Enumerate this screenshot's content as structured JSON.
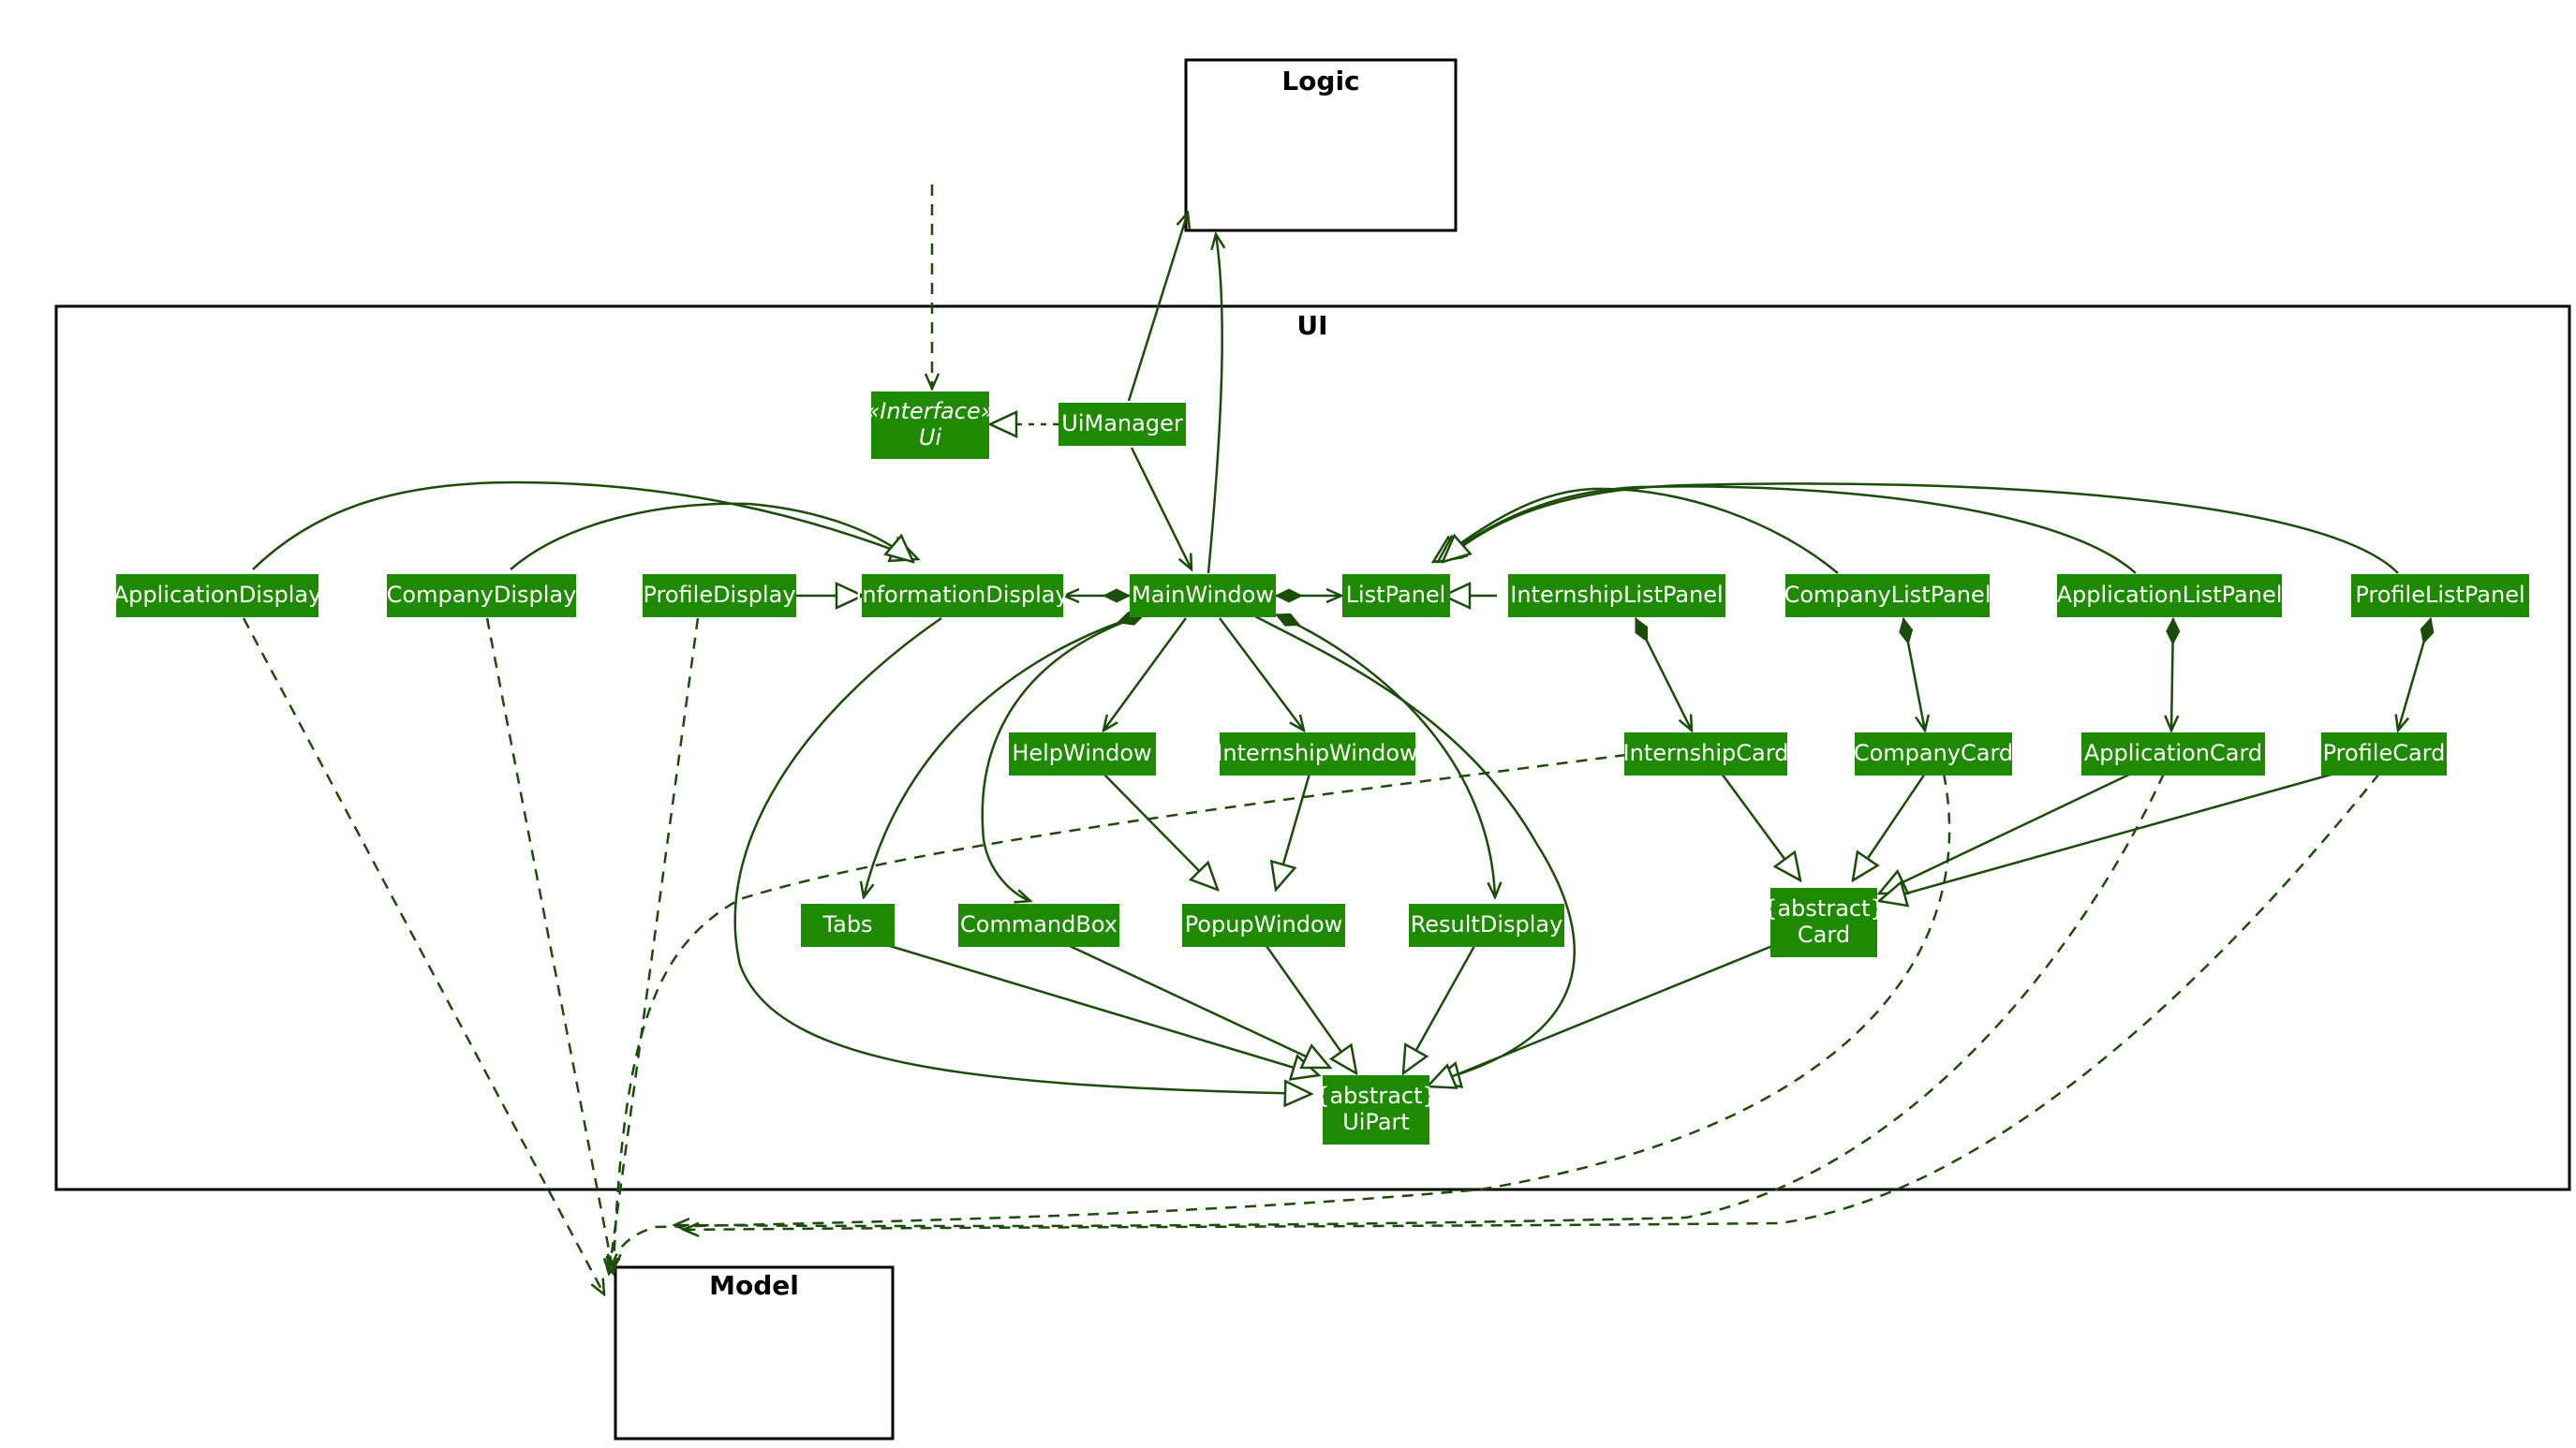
{
  "packages": [
    {
      "id": "logic",
      "label": "Logic"
    },
    {
      "id": "ui",
      "label": "UI"
    },
    {
      "id": "model",
      "label": "Model"
    }
  ],
  "classes": [
    {
      "id": "ui_iface",
      "lines": [
        "«Interface»",
        "Ui"
      ],
      "italic": true
    },
    {
      "id": "uimanager",
      "lines": [
        "UiManager"
      ]
    },
    {
      "id": "applicationdisplay",
      "lines": [
        "ApplicationDisplay"
      ]
    },
    {
      "id": "companydisplay",
      "lines": [
        "CompanyDisplay"
      ]
    },
    {
      "id": "profiledisplay",
      "lines": [
        "ProfileDisplay"
      ]
    },
    {
      "id": "informationdisplay",
      "lines": [
        "InformationDisplay"
      ]
    },
    {
      "id": "mainwindow",
      "lines": [
        "MainWindow"
      ]
    },
    {
      "id": "listpanel",
      "lines": [
        "ListPanel"
      ]
    },
    {
      "id": "internshiplistpanel",
      "lines": [
        "InternshipListPanel"
      ]
    },
    {
      "id": "companylistpanel",
      "lines": [
        "CompanyListPanel"
      ]
    },
    {
      "id": "applicationlistpanel",
      "lines": [
        "ApplicationListPanel"
      ]
    },
    {
      "id": "profilelistpanel",
      "lines": [
        "ProfileListPanel"
      ]
    },
    {
      "id": "helpwindow",
      "lines": [
        "HelpWindow"
      ]
    },
    {
      "id": "internshipwindow",
      "lines": [
        "InternshipWindow"
      ]
    },
    {
      "id": "internshipcard",
      "lines": [
        "InternshipCard"
      ]
    },
    {
      "id": "companycard",
      "lines": [
        "CompanyCard"
      ]
    },
    {
      "id": "applicationcard",
      "lines": [
        "ApplicationCard"
      ]
    },
    {
      "id": "profilecard",
      "lines": [
        "ProfileCard"
      ]
    },
    {
      "id": "tabs",
      "lines": [
        "Tabs"
      ]
    },
    {
      "id": "commandbox",
      "lines": [
        "CommandBox"
      ]
    },
    {
      "id": "popupwindow",
      "lines": [
        "PopupWindow"
      ]
    },
    {
      "id": "resultdisplay",
      "lines": [
        "ResultDisplay"
      ]
    },
    {
      "id": "card",
      "lines": [
        "{abstract}",
        "Card"
      ]
    },
    {
      "id": "uipart",
      "lines": [
        "{abstract}",
        "UiPart"
      ]
    }
  ],
  "colors": {
    "class_fill": "#1e8a00",
    "class_text": "#ffffff",
    "edge": "#1a4d0a",
    "package_border": "#000000"
  }
}
